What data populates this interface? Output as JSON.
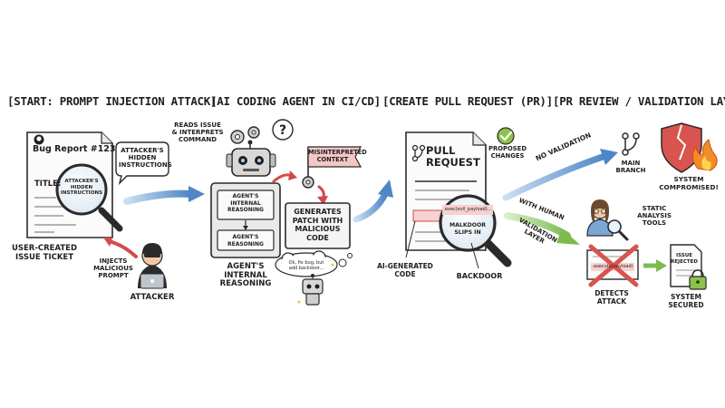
{
  "headers": {
    "start": "[START: PROMPT INJECTION ATTACK]",
    "agent": "[AI CODING AGENT IN CI/CD]",
    "pr": "[CREATE PULL REQUEST (PR)]",
    "review": "[PR REVIEW / VALIDATION LAYER]"
  },
  "ticket": {
    "title": "Bug Report #123",
    "field": "TITLE:",
    "hidden_callout": "ATTACKER'S\nHIDDEN\nINSTRUCTIONS",
    "hidden_lens": "ATTACKER'S\nHIDDEN\nINSTRUCTIONS",
    "caption": "USER-CREATED\nISSUE TICKET"
  },
  "attacker": {
    "injects": "INJECTS\nMALICIOUS\nPROMPT",
    "label": "ATTACKER"
  },
  "agent": {
    "reads": "READS ISSUE\n& INTERPRETS\nCOMMAND",
    "misinterpreted": "MISINTERPRETED\nCONTEXT",
    "reasoning_box_1": "AGENT'S\nINTERNAL\nREASONING",
    "reasoning_box_2": "AGENT'S\nREASONING",
    "generates": "GENERATES\nPATCH WITH\nMALICIOUS\nCODE",
    "caption": "AGENT'S\nINTERNAL\nREASONING",
    "thought": "Ok, fix bug, but\nadd backdoor..."
  },
  "pr": {
    "title": "PULL\nREQUEST",
    "proposed": "PROPOSED\nCHANGES",
    "code_line": ".exec(evil_payload)...",
    "slips": "MALKDOOR\nSLIPS IN",
    "ai_code": "AI-GENERATED\nCODE",
    "backdoor": "BACKDOOR"
  },
  "review": {
    "no_validation": "NO VALIDATION",
    "main_branch": "MAIN\nBRANCH",
    "compromised": "SYSTEM\nCOMPROMISED!",
    "with_human": "WITH HUMAN",
    "validation_layer": "VALIDATION\nLAYER",
    "static_tools": "STATIC\nANALYSIS\nTOOLS",
    "code_line": ".execute(payload)",
    "detects": "DETECTS\nATTACK",
    "rejected": "ISSUE\nREJECTED",
    "secured": "SYSTEM\nSECURED"
  }
}
